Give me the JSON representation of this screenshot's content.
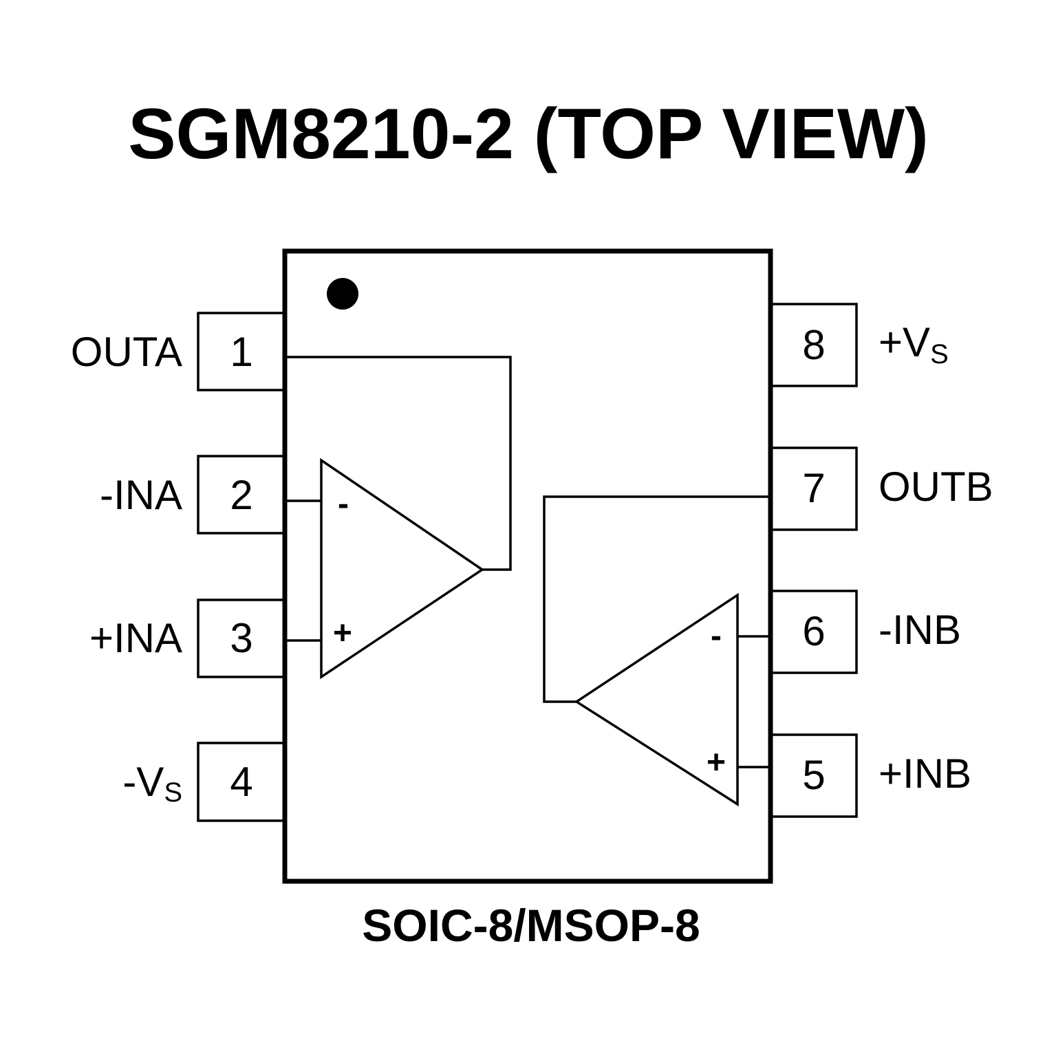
{
  "title": "SGM8210-2 (TOP VIEW)",
  "package": "SOIC-8/MSOP-8",
  "colors": {
    "stroke": "#000000",
    "background": "#ffffff"
  },
  "pins": {
    "p1": {
      "number": "1",
      "label": "OUTA"
    },
    "p2": {
      "number": "2",
      "label": "-INA"
    },
    "p3": {
      "number": "3",
      "label": "+INA"
    },
    "p4": {
      "number": "4",
      "label_main": "-V",
      "label_sub": "S"
    },
    "p5": {
      "number": "5",
      "label": "+INB"
    },
    "p6": {
      "number": "6",
      "label": "-INB"
    },
    "p7": {
      "number": "7",
      "label": "OUTB"
    },
    "p8": {
      "number": "8",
      "label_main": "+V",
      "label_sub": "S"
    }
  },
  "amplifiers": {
    "a": {
      "minus": "-",
      "plus": "+"
    },
    "b": {
      "minus": "-",
      "plus": "+"
    }
  }
}
